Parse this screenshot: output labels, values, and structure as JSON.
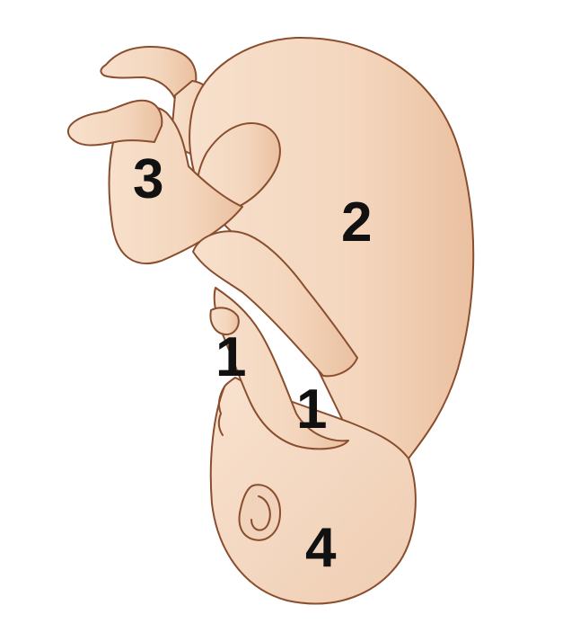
{
  "labels": {
    "arm_upper": "1",
    "arm_lower": "1",
    "trunk": "2",
    "legs": "3",
    "head": "4"
  },
  "colors": {
    "skin": "#f6dcc6",
    "skin_shade": "#ecc5a8",
    "outline": "#8a4e2e",
    "label": "#111111"
  }
}
